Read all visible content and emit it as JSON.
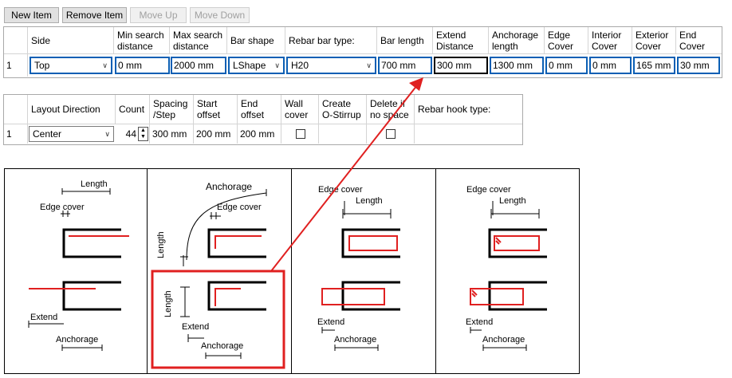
{
  "toolbar": {
    "new_item": "New Item",
    "remove_item": "Remove Item",
    "move_up": "Move Up",
    "move_down": "Move Down"
  },
  "grid1": {
    "headers": {
      "side": "Side",
      "min_search": "Min search\ndistance",
      "max_search": "Max search\ndistance",
      "bar_shape": "Bar shape",
      "rebar_type": "Rebar bar type:",
      "bar_length": "Bar length",
      "extend": "Extend\nDistance",
      "anchorage": "Anchorage\nlength",
      "edge": "Edge\nCover",
      "interior": "Interior\nCover",
      "exterior": "Exterior\nCover",
      "end": "End\nCover"
    },
    "row": {
      "num": "1",
      "side": "Top",
      "min_search": "0 mm",
      "max_search": "2000 mm",
      "bar_shape": "LShape",
      "rebar_type": "H20",
      "bar_length": "700 mm",
      "extend": "300 mm",
      "anchorage": "1300 mm",
      "edge": "0 mm",
      "interior": "0 mm",
      "exterior": "165 mm",
      "end": "30 mm"
    }
  },
  "grid2": {
    "headers": {
      "layout": "Layout Direction",
      "count": "Count",
      "spacing": "Spacing\n/Step",
      "start": "Start\noffset",
      "end": "End\noffset",
      "wall": "Wall\ncover",
      "ostirrup": "Create\nO-Stirrup",
      "delete": "Delete if\nno space",
      "hook": "Rebar hook type:"
    },
    "row": {
      "num": "1",
      "layout": "Center",
      "count": "44",
      "spacing": "300 mm",
      "start": "200 mm",
      "end": "200 mm"
    }
  },
  "diagram": {
    "p1": {
      "length": "Length",
      "edge": "Edge cover",
      "extend": "Extend",
      "anchorage": "Anchorage"
    },
    "p2": {
      "anchorage_top": "Anchorage",
      "edge": "Edge cover",
      "length_top": "Length",
      "length_bottom": "Length",
      "extend": "Extend",
      "anchorage_bottom": "Anchorage"
    },
    "p3": {
      "edge": "Edge cover",
      "length": "Length",
      "extend": "Extend",
      "anchorage": "Anchorage"
    },
    "p4": {
      "edge": "Edge cover",
      "length": "Length",
      "extend": "Extend",
      "anchorage": "Anchorage"
    }
  },
  "colors": {
    "accent": "#0b5fb4",
    "highlight": "#e02020",
    "bar": "#000000"
  }
}
